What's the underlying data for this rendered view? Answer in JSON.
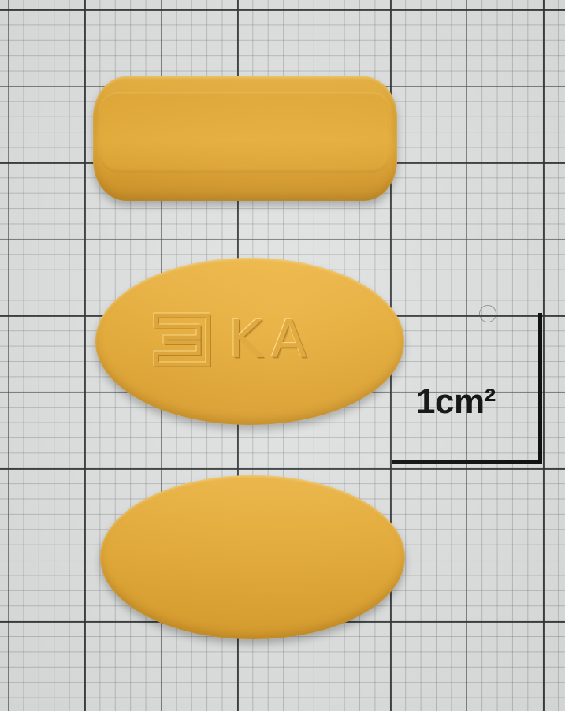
{
  "scene": {
    "background": "graph-paper",
    "tablet_color": "#e7ab33",
    "grid_line_color": "#2d3030"
  },
  "tablets": [
    {
      "view": "side"
    },
    {
      "view": "engraved-face",
      "imprint": "KA",
      "logo": "abbott-logo-icon"
    },
    {
      "view": "plain-face"
    }
  ],
  "scale": {
    "label": "1cm²",
    "color": "#0a0a0a"
  }
}
